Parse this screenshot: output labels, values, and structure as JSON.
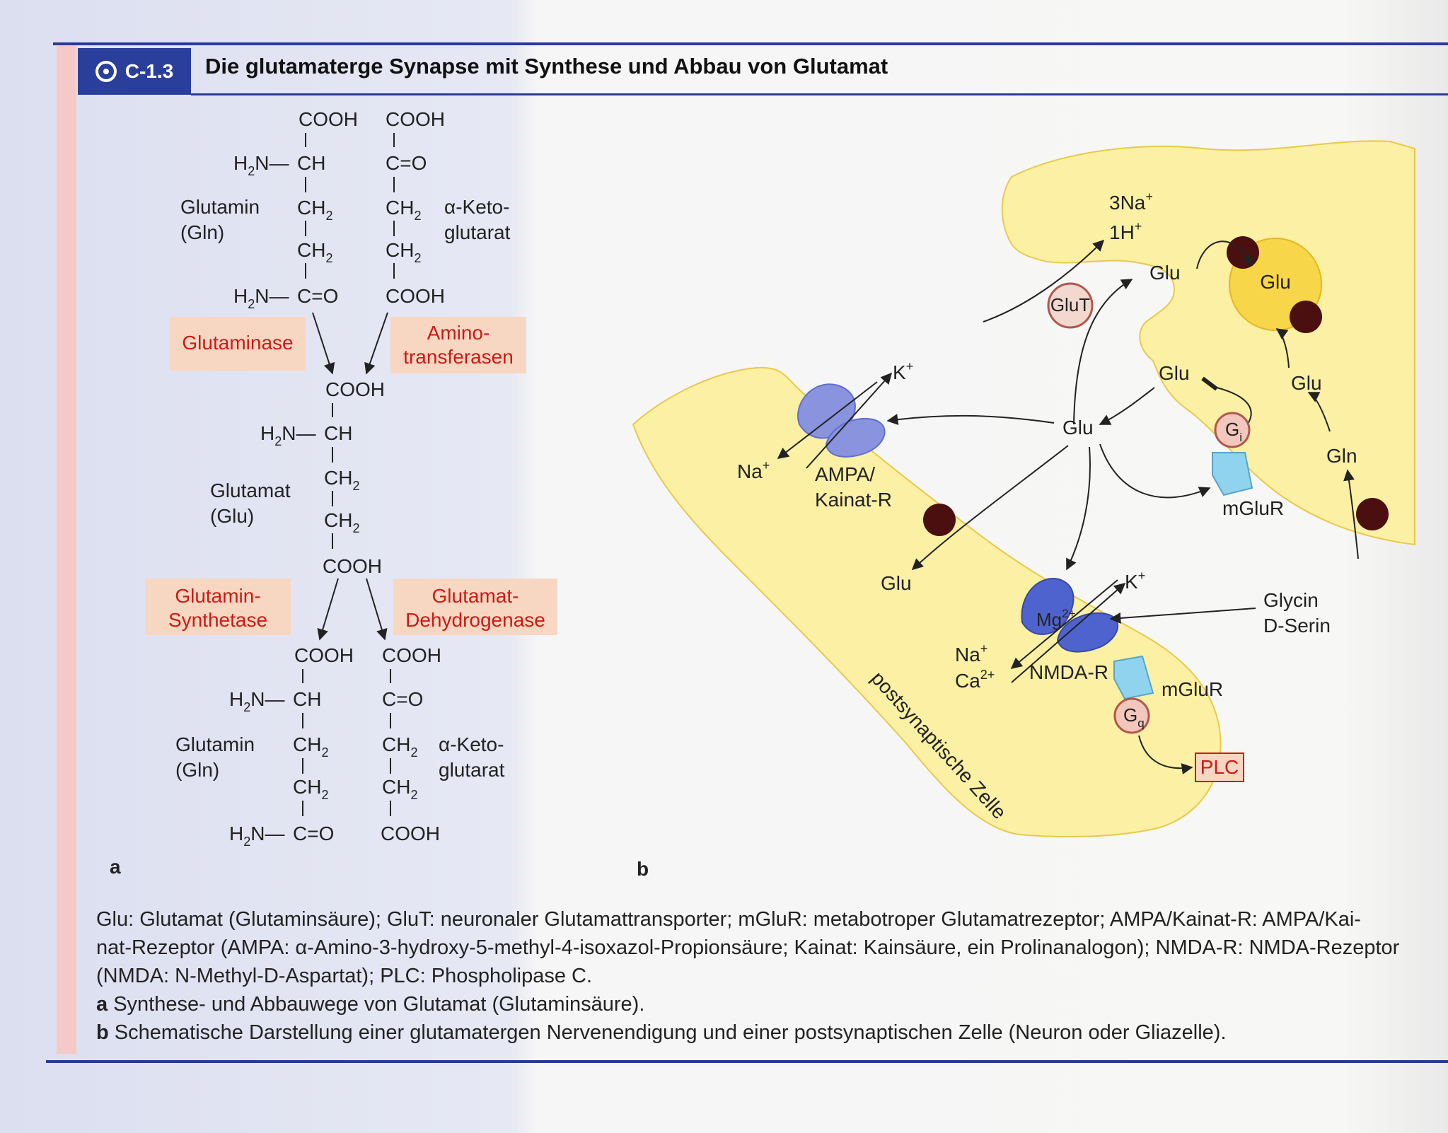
{
  "figure": {
    "number": "C-1.3",
    "title": "Die glutamaterge Synapse mit Synthese und Abbau von Glutamat"
  },
  "panel_a": {
    "label": "a",
    "top_left": {
      "cooh": "COOH",
      "ch": "CH",
      "ch2": "CH",
      "c_o": "C=O",
      "name": "Glutamin",
      "abbr": "(Gln)"
    },
    "top_right": {
      "cooh": "COOH",
      "c_o": "C=O",
      "ch2": "CH",
      "cooh_bottom": "COOH",
      "name": "α-Keto-",
      "name2": "glutarat"
    },
    "middle": {
      "cooh": "COOH",
      "ch": "CH",
      "ch2": "CH",
      "cooh_bottom": "COOH",
      "name": "Glutamat",
      "abbr": "(Glu)"
    },
    "bottom_left": {
      "cooh": "COOH",
      "ch": "CH",
      "ch2": "CH",
      "c_o": "C=O",
      "name": "Glutamin",
      "abbr": "(Gln)"
    },
    "bottom_right": {
      "cooh": "COOH",
      "c_o": "C=O",
      "ch2": "CH",
      "cooh_bottom": "COOH",
      "name": "α-Keto-",
      "name2": "glutarat"
    },
    "h2n": "H",
    "n": "N",
    "two": "2",
    "enzymes": {
      "glutaminase": "Glutaminase",
      "aminotransferasen_1": "Amino-",
      "aminotransferasen_2": "transferasen",
      "synthetase_1": "Glutamin-",
      "synthetase_2": "Synthetase",
      "dehydrogenase_1": "Glutamat-",
      "dehydrogenase_2": "Dehydrogenase"
    }
  },
  "panel_b": {
    "label": "b",
    "ions_top_1": "3Na",
    "ions_top_2": "1H",
    "glut": "GluT",
    "glu": "Glu",
    "gln": "Gln",
    "k_plus": "K",
    "na_plus": "Na",
    "ca": "Ca",
    "mg": "Mg",
    "ampa_1": "AMPA/",
    "ampa_2": "Kainat-R",
    "nmda": "NMDA-R",
    "mglur": "mGluR",
    "gi": "G",
    "gi_sub": "i",
    "gq": "G",
    "gq_sub": "q",
    "plc": "PLC",
    "glycin": "Glycin",
    "dserin": "D-Serin",
    "postsynaptic": "postsynaptische Zelle"
  },
  "caption": {
    "line1": "Glu: Glutamat (Glutaminsäure); GluT: neuronaler Glutamattransporter; mGluR: metabotroper Glutamatrezeptor; AMPA/Kainat-R: AMPA/Kai-",
    "line2": "nat-Rezeptor (AMPA: α-Amino-3-hydroxy-5-methyl-4-isoxazol-Propionsäure; Kainat: Kainsäure, ein Prolinanalogon); NMDA-R: NMDA-Rezeptor",
    "line3": "(NMDA: N-Methyl-D-Aspartat); PLC: Phospholipase C.",
    "a_label": "a",
    "a_text": " Synthese- und Abbauwege von Glutamat (Glutaminsäure).",
    "b_label": "b",
    "b_text": " Schematische Darstellung einer glutamatergen Nervenendigung und einer postsynaptischen Zelle (Neuron oder Gliazelle)."
  },
  "colors": {
    "accent_blue": "#2a3e9b",
    "enzyme_box": "#f8d7c2",
    "enzyme_text": "#cc1a16",
    "cell_fill": "#fbf0a3",
    "vesicle_fill": "#f7d64a",
    "receptor_blue": "#5d6fd0"
  }
}
